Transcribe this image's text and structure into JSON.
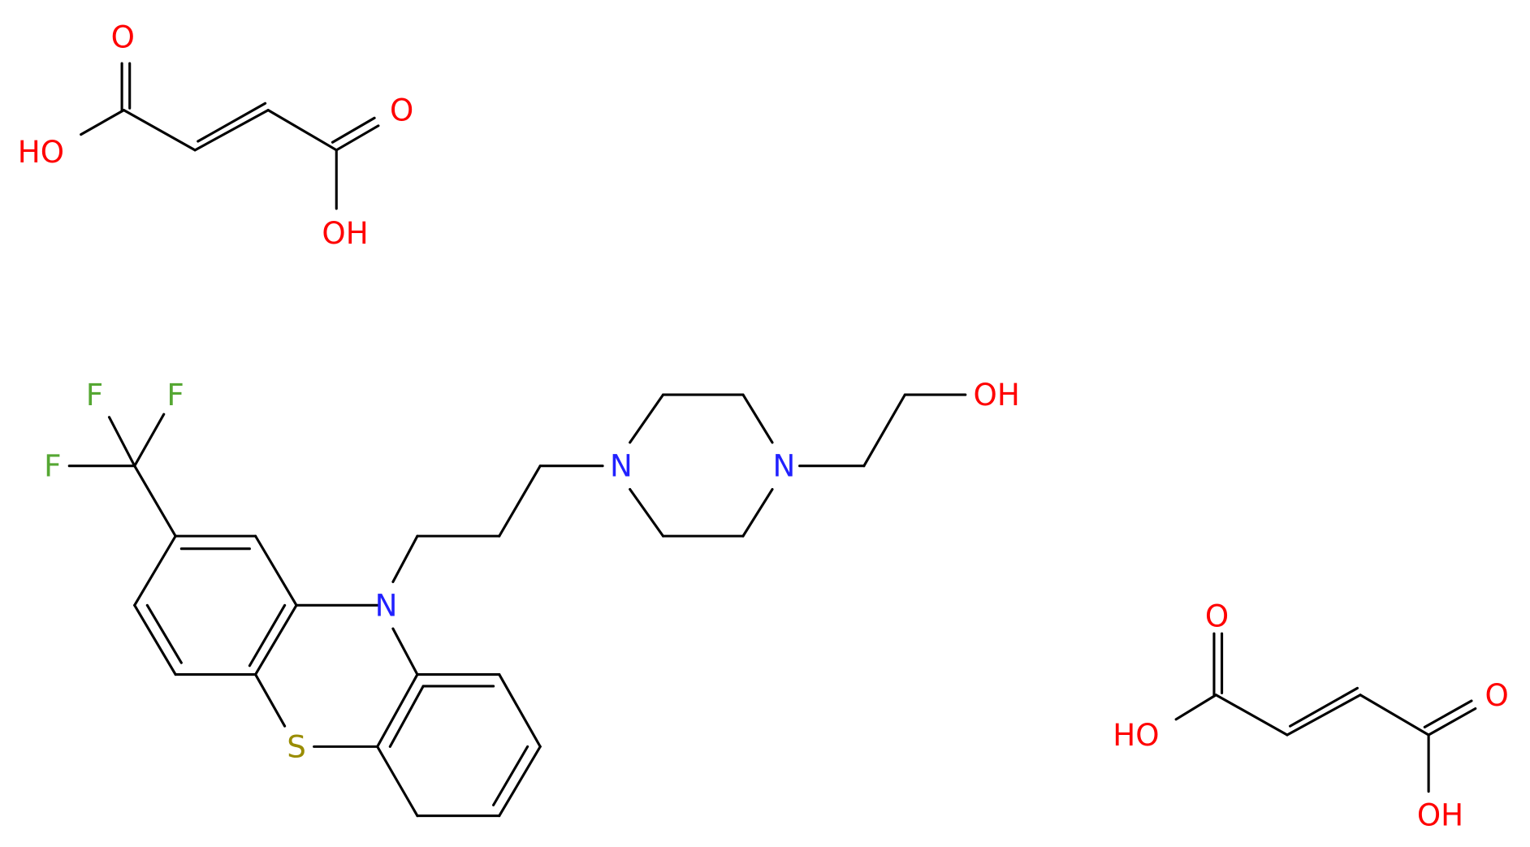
{
  "colors": {
    "bond": "#000000",
    "O": "#ff0000",
    "N": "#2121ff",
    "S": "#998c00",
    "F": "#55a733"
  },
  "labels": {
    "acid1": {
      "O_top": "O",
      "OH_left": "HO",
      "O_right": "O",
      "OH_bottom": "OH"
    },
    "acid2": {
      "O_top": "O",
      "OH_left": "HO",
      "O_right": "O",
      "OH_bottom": "OH"
    },
    "drug": {
      "F1": "F",
      "F2": "F",
      "F3": "F",
      "N_ring": "N",
      "S_ring": "S",
      "N_pip1": "N",
      "N_pip2": "N",
      "OH": "OH"
    }
  }
}
